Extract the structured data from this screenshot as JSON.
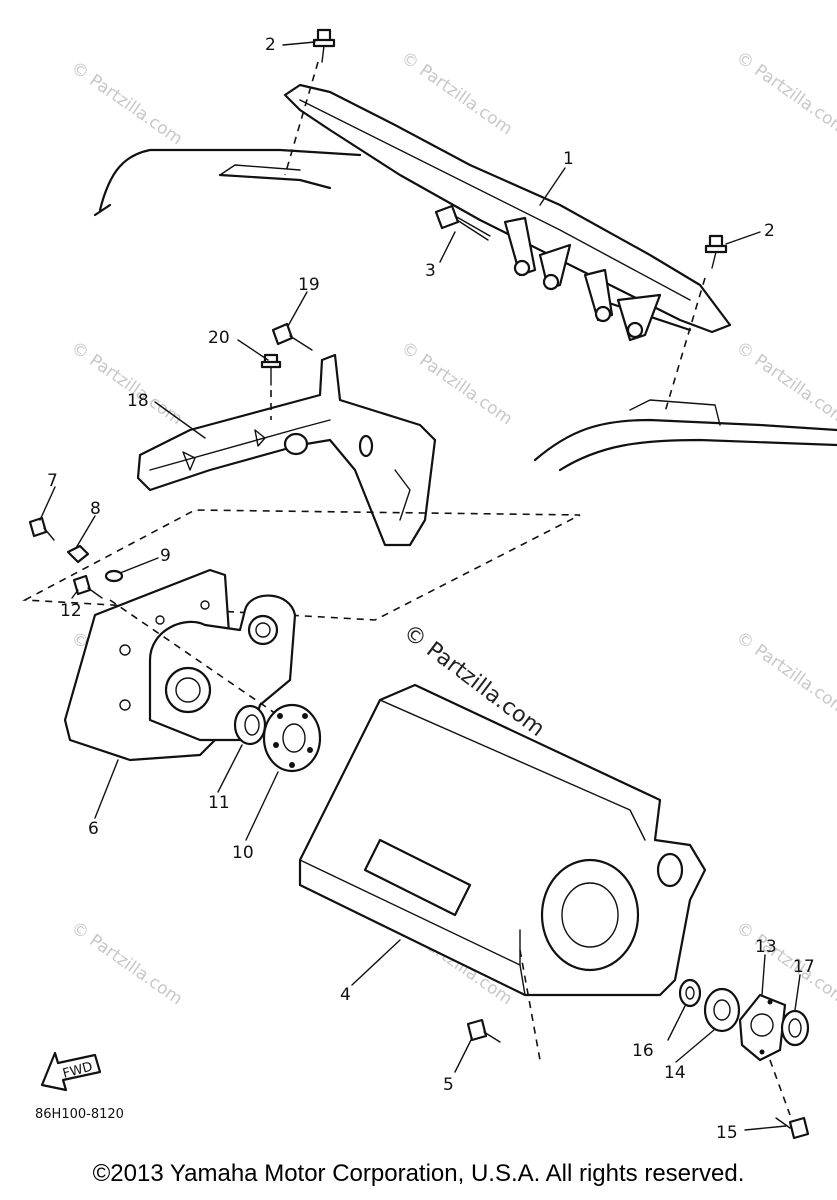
{
  "diagram": {
    "callouts": [
      "1",
      "2",
      "2",
      "3",
      "4",
      "5",
      "6",
      "7",
      "8",
      "9",
      "10",
      "11",
      "12",
      "13",
      "14",
      "15",
      "16",
      "17",
      "18",
      "19",
      "20"
    ],
    "fwd_label": "FWD",
    "drawing_code": "86H100-8120",
    "watermark_main": "© Partzilla.com",
    "watermark_faint": "© Partzilla.com"
  },
  "footer": {
    "copyright": "©2013 Yamaha Motor Corporation, U.S.A. All rights reserved."
  }
}
